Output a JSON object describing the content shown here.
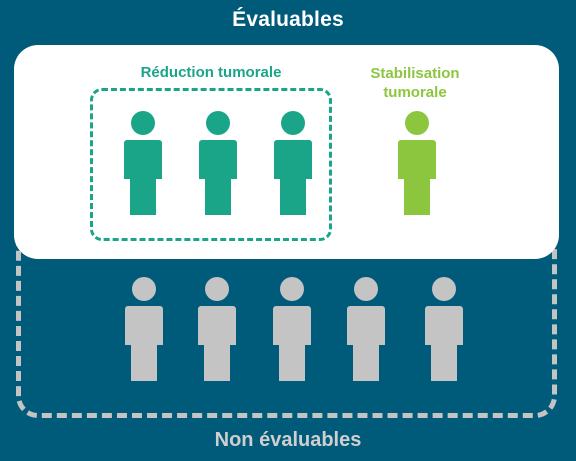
{
  "titles": {
    "evaluable": "Évaluables",
    "non_evaluable": "Non évaluables"
  },
  "labels": {
    "reduction": "Réduction tumorale",
    "stabilisation": "Stabilisation tumorale"
  },
  "groups": {
    "reduction_count": 3,
    "stabilisation_count": 1,
    "non_evaluable_count": 5
  },
  "icons": {
    "person": "person-icon"
  },
  "colors": {
    "background": "#005a7a",
    "reduction": "#1aa589",
    "stabilisation": "#8cc63f",
    "non_evaluable": "#c4c4c4",
    "panel": "#ffffff"
  }
}
